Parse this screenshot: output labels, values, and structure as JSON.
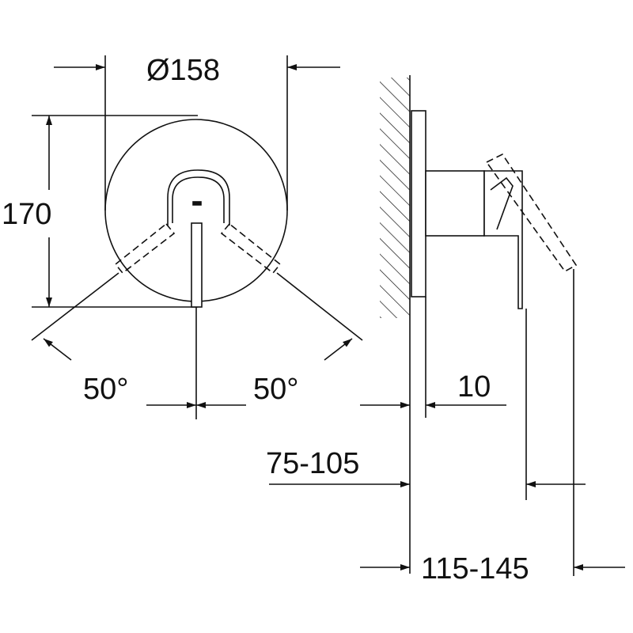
{
  "front_view": {
    "diameter_label": "Ø158",
    "height_label": "170",
    "angle_left_label": "50°",
    "angle_right_label": "50°"
  },
  "side_view": {
    "plate_thickness_label": "10",
    "wall_depth_label": "75-105",
    "total_depth_label": "115-145"
  },
  "colors": {
    "line": "#111111",
    "background": "#ffffff"
  }
}
